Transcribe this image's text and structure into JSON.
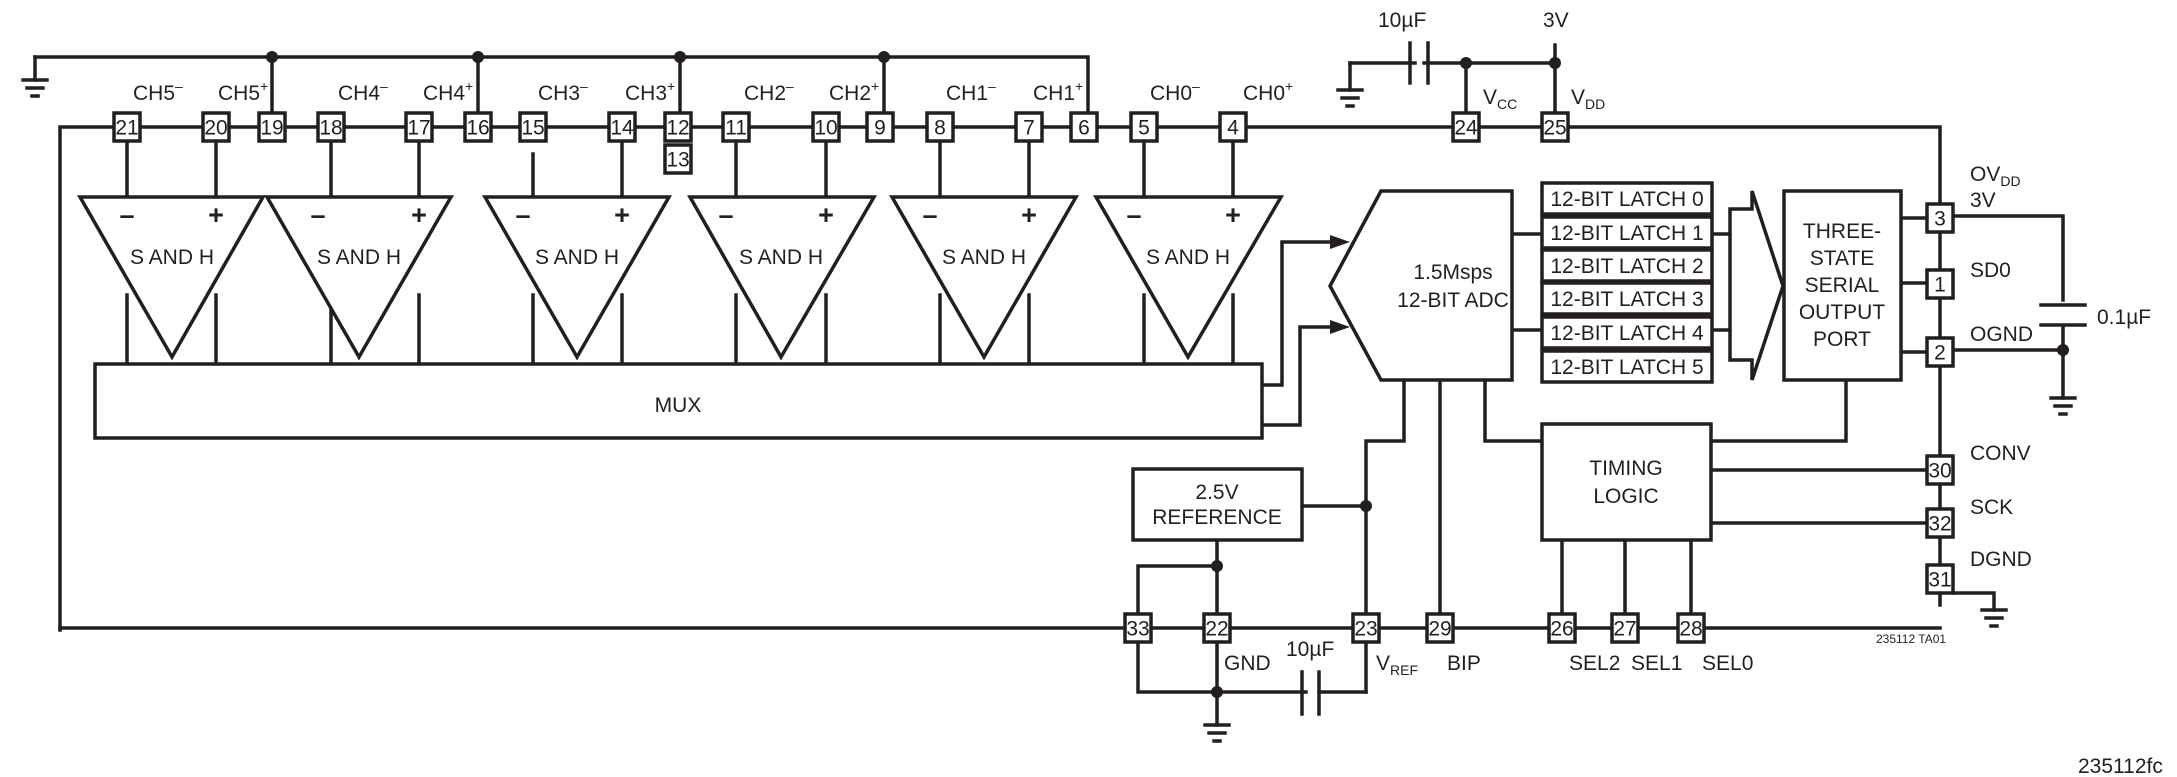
{
  "pins": {
    "p1": "1",
    "p2": "2",
    "p3": "3",
    "p4": "4",
    "p5": "5",
    "p6": "6",
    "p7": "7",
    "p8": "8",
    "p9": "9",
    "p10": "10",
    "p11": "11",
    "p12": "12",
    "p13": "13",
    "p14": "14",
    "p15": "15",
    "p16": "16",
    "p17": "17",
    "p18": "18",
    "p19": "19",
    "p20": "20",
    "p21": "21",
    "p22": "22",
    "p23": "23",
    "p24": "24",
    "p25": "25",
    "p26": "26",
    "p27": "27",
    "p28": "28",
    "p29": "29",
    "p30": "30",
    "p31": "31",
    "p32": "32",
    "p33": "33"
  },
  "channels": {
    "ch5": "CH5",
    "ch4": "CH4",
    "ch3": "CH3",
    "ch2": "CH2",
    "ch1": "CH1",
    "ch0": "CH0",
    "minus": "–",
    "plus": "+"
  },
  "blocks": {
    "sample_hold": "S AND H",
    "mux": "MUX",
    "adc_line1": "1.5Msps",
    "adc_line2": "12-BIT ADC",
    "latches": [
      "12-BIT LATCH 0",
      "12-BIT LATCH 1",
      "12-BIT LATCH 2",
      "12-BIT LATCH 3",
      "12-BIT LATCH 4",
      "12-BIT LATCH 5"
    ],
    "port_lines": [
      "THREE-",
      "STATE",
      "SERIAL",
      "OUTPUT",
      "PORT"
    ],
    "timing_line1": "TIMING",
    "timing_line2": "LOGIC",
    "ref_line1": "2.5V",
    "ref_line2": "REFERENCE"
  },
  "signals": {
    "vcc_main": "V",
    "vcc_sub": "CC",
    "vdd_main": "V",
    "vdd_sub": "DD",
    "ovdd_main": "OV",
    "ovdd_sub": "DD",
    "ovdd_volt": "3V",
    "sdo": "SD0",
    "ognd": "OGND",
    "conv": "CONV",
    "sck": "SCK",
    "dgnd": "DGND",
    "gnd": "GND",
    "vref_main": "V",
    "vref_sub": "REF",
    "bip": "BIP",
    "sel2": "SEL2",
    "sel1": "SEL1",
    "sel0": "SEL0"
  },
  "components": {
    "cap_vcc": "10µF",
    "supply": "3V",
    "cap_ovdd": "0.1µF",
    "cap_vref": "10µF"
  },
  "figure_codes": {
    "ta01": "235112 TA01",
    "page": "235112fc"
  }
}
